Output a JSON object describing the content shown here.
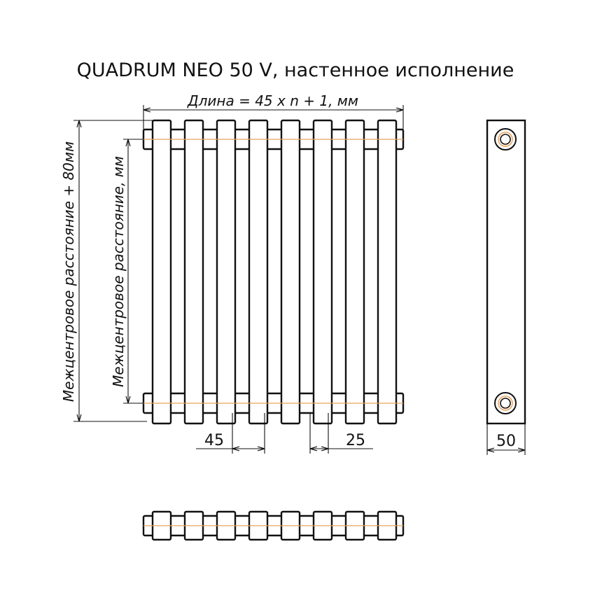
{
  "title": "QUADRUM NEO 50 V, настенное исполнение",
  "labels": {
    "length": "Длина = 45 х n + 1, мм",
    "center_distance": "Межцентровое расстояние, мм",
    "center_distance_plus": "Межцентровое расстояние + 80мм",
    "pitch": "45",
    "gap": "25",
    "depth": "50"
  },
  "colors": {
    "line": "#111111",
    "axis": "#e8a35a"
  },
  "sections_count": 8
}
